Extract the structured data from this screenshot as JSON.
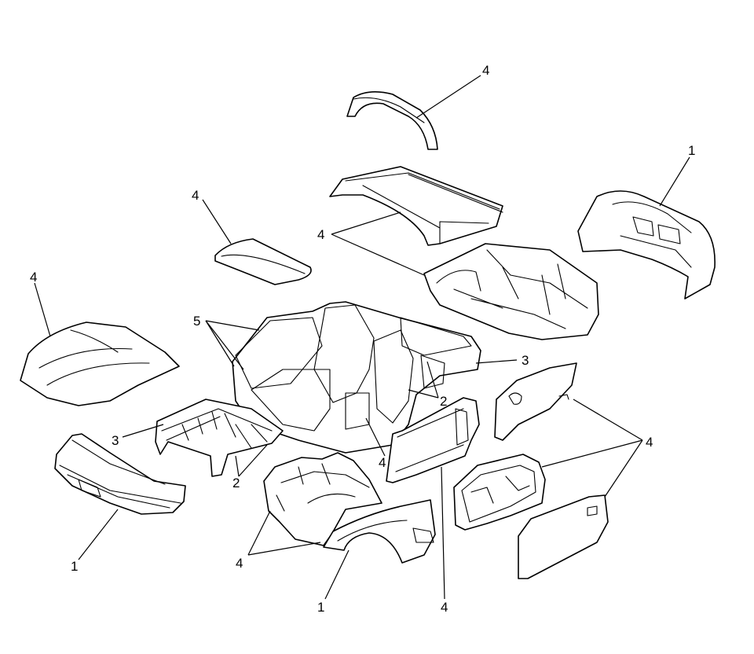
{
  "diagram": {
    "colors": {
      "line": "#000000",
      "fill": "#ffffff",
      "background": "#ffffff"
    },
    "callouts": [
      {
        "id": "roof-top-bar",
        "label": "4"
      },
      {
        "id": "convertible-top",
        "label": "4"
      },
      {
        "id": "roof-panel",
        "label": "4"
      },
      {
        "id": "rear-fascia",
        "label": "1"
      },
      {
        "id": "hood",
        "label": "4"
      },
      {
        "id": "windshield-frame",
        "label": "5"
      },
      {
        "id": "rear-rail",
        "label": "3"
      },
      {
        "id": "rear-inner-rail",
        "label": "2"
      },
      {
        "id": "front-rail",
        "label": "3"
      },
      {
        "id": "front-lower-rail",
        "label": "2"
      },
      {
        "id": "rocker-panel",
        "label": "4"
      },
      {
        "id": "rear-quarter-door",
        "label": "4"
      },
      {
        "id": "front-fascia",
        "label": "1"
      },
      {
        "id": "wheelhouse",
        "label": "4"
      },
      {
        "id": "front-fender",
        "label": "1"
      },
      {
        "id": "rocker-outer",
        "label": "4"
      }
    ]
  }
}
